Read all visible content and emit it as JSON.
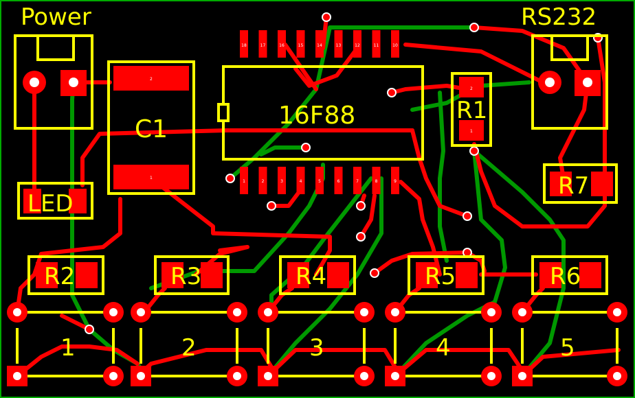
{
  "labels": {
    "power": "Power",
    "rs232": "RS232",
    "c1": "C1",
    "chip": "16F88",
    "r1": "R1",
    "led": "LED",
    "r2": "R2",
    "r3": "R3",
    "r4": "R4",
    "r5": "R5",
    "r6": "R6",
    "r7": "R7",
    "btn1": "1",
    "btn2": "2",
    "btn3": "3",
    "btn4": "4",
    "btn5": "5"
  },
  "chip_pins_top": [
    "18",
    "17",
    "16",
    "15",
    "14",
    "13",
    "12",
    "11",
    "10"
  ],
  "chip_pins_bottom": [
    "1",
    "2",
    "3",
    "4",
    "5",
    "6",
    "7",
    "8",
    "9"
  ],
  "small_pad_labels": {
    "c1_top": "2",
    "c1_bottom": "1",
    "r1_top": "2",
    "r1_bottom": "1"
  },
  "colors": {
    "background": "#000000",
    "top_copper": "#ff0000",
    "bottom_copper": "#009900",
    "silkscreen": "#ffff00",
    "board_outline": "#00aa00"
  }
}
